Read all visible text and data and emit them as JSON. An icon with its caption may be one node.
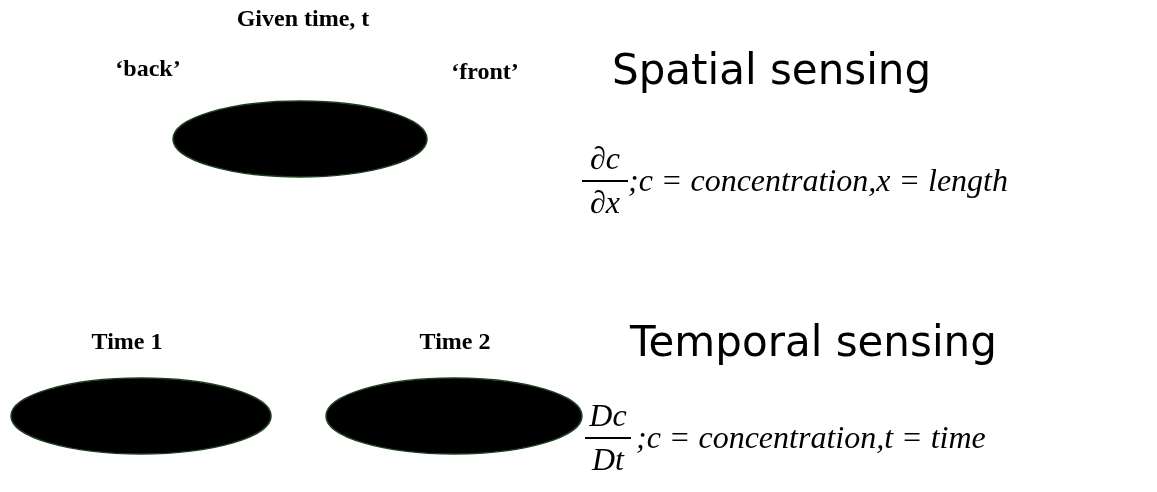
{
  "diagram": {
    "nodes": [
      {
        "text": [],
        "shape": "ellipse",
        "beside": [
          "Given time, t",
          "‘back’",
          "‘front’"
        ]
      },
      {
        "text": [],
        "shape": "ellipse",
        "beside": [
          "Time 1"
        ]
      },
      {
        "text": [],
        "shape": "ellipse",
        "beside": [
          "Time 2"
        ]
      }
    ],
    "edges": [],
    "labels": [
      "Spatial sensing",
      "∂c",
      "∂x",
      ";c = concentration,x = length",
      "Temporal sensing",
      "Dc",
      "Dt",
      ";c = concentration,t = time"
    ]
  }
}
